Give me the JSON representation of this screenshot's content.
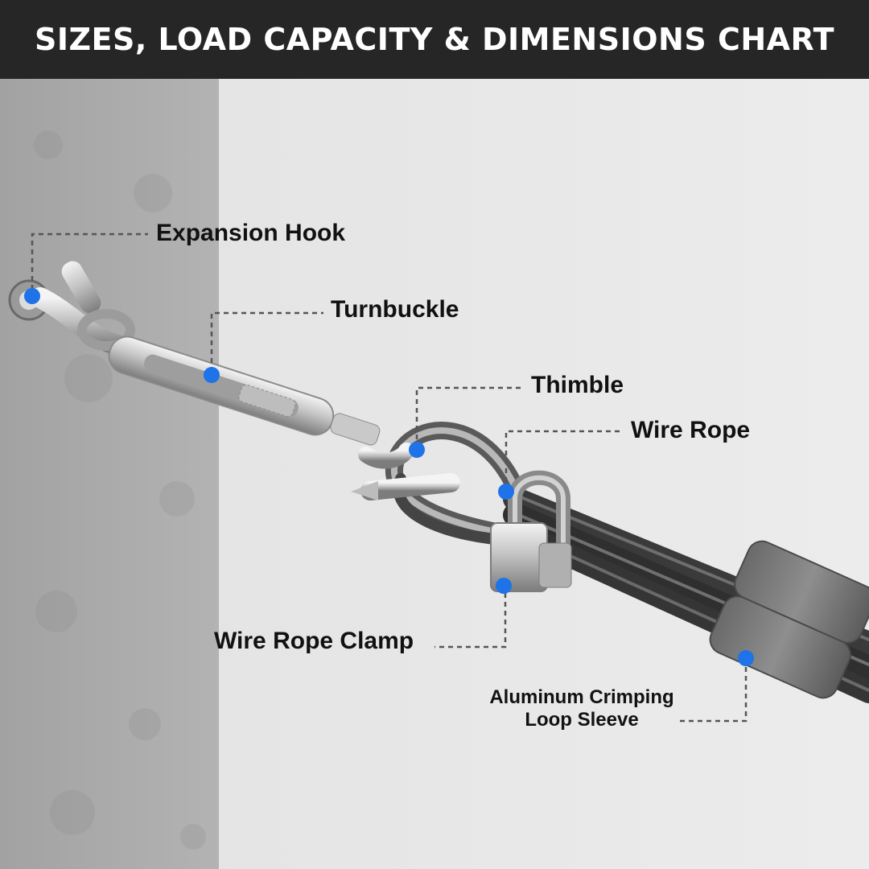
{
  "header": {
    "title": "SIZES, LOAD CAPACITY & DIMENSIONS CHART"
  },
  "colors": {
    "header_bg": "#262626",
    "header_text": "#ffffff",
    "marker": "#1e73e8",
    "leader_line": "#555555",
    "wall": "#a9a9a9",
    "background": "#e8e8e8"
  },
  "callouts": [
    {
      "id": "expansion-hook",
      "label": "Expansion Hook"
    },
    {
      "id": "turnbuckle",
      "label": "Turnbuckle"
    },
    {
      "id": "thimble",
      "label": "Thimble"
    },
    {
      "id": "wire-rope",
      "label": "Wire Rope"
    },
    {
      "id": "wire-rope-clamp",
      "label": "Wire Rope Clamp"
    },
    {
      "id": "crimping-sleeve",
      "label_line1": "Aluminum Crimping",
      "label_line2": "Loop Sleeve"
    }
  ]
}
